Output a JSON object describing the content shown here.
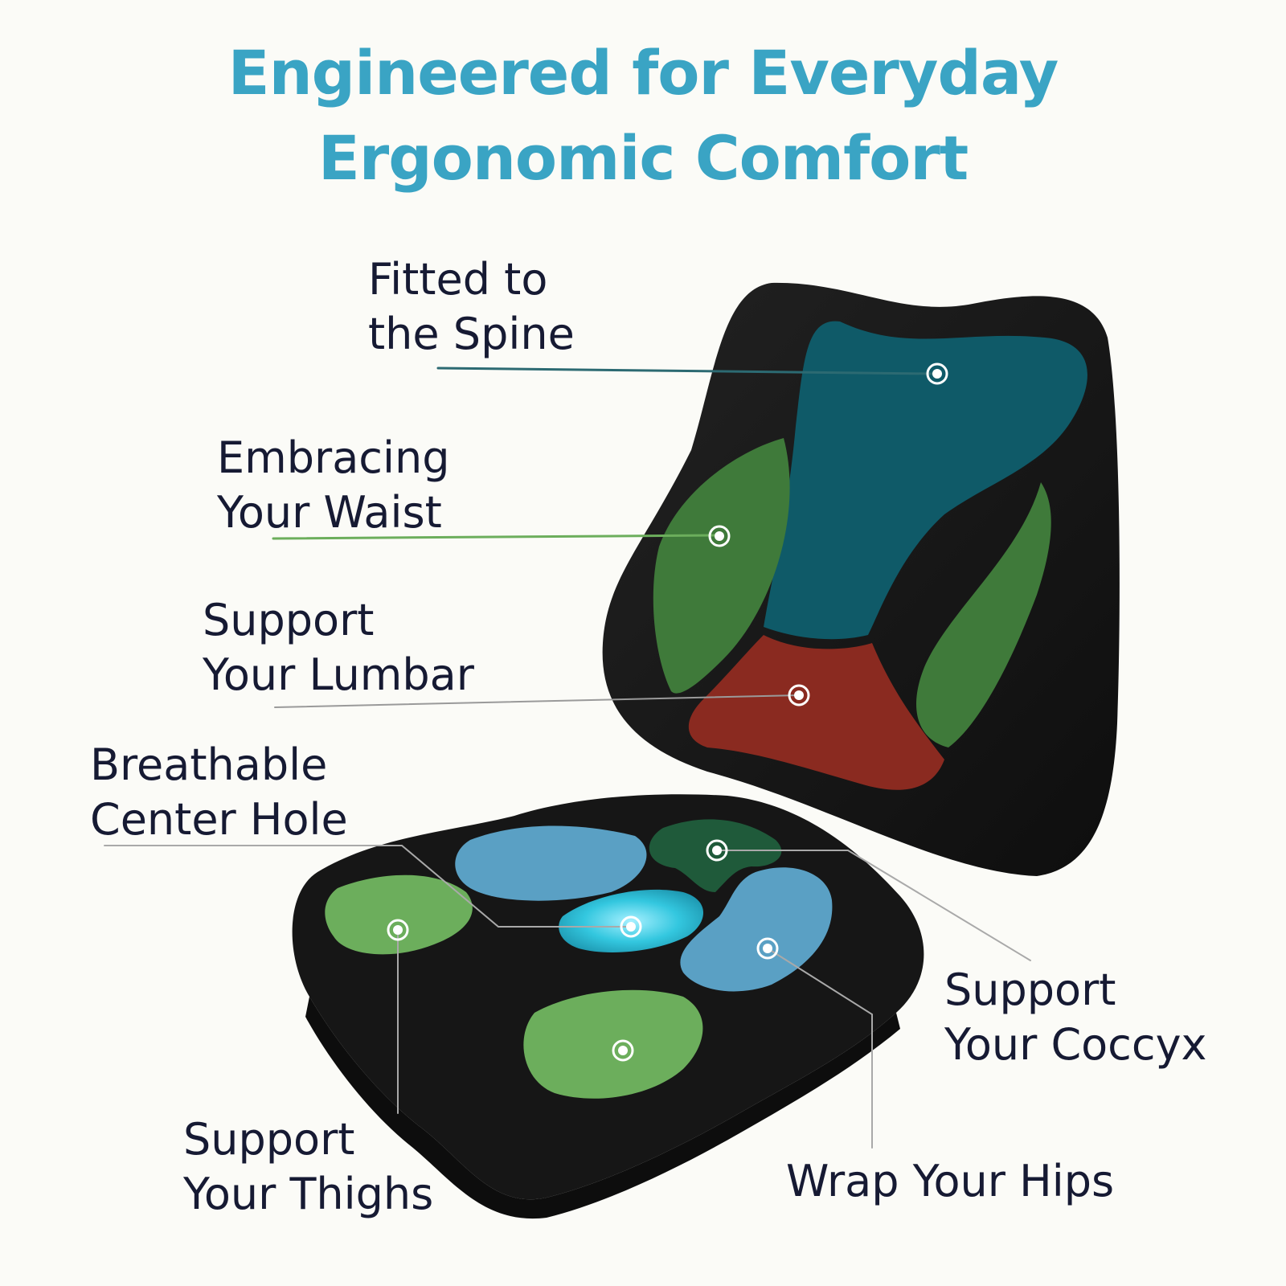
{
  "headline": {
    "line1": "Engineered for Everyday",
    "line2": "Ergonomic Comfort"
  },
  "callouts": {
    "spine": {
      "line1": "Fitted to",
      "line2": "the Spine"
    },
    "waist": {
      "line1": "Embracing",
      "line2": "Your Waist"
    },
    "lumbar": {
      "line1": "Support",
      "line2": "Your Lumbar"
    },
    "center": {
      "line1": "Breathable",
      "line2": "Center Hole"
    },
    "coccyx": {
      "line1": "Support",
      "line2": "Your Coccyx"
    },
    "thighs": {
      "line1": "Support",
      "line2": "Your Thighs"
    },
    "hips": {
      "line1": "Wrap Your Hips"
    }
  },
  "colors": {
    "headline": "#3aa4c4",
    "label_text": "#161a33",
    "cushion_black": "#161616",
    "spine_zone": "#0f5a68",
    "waist_zone": "#3f7a3a",
    "lumbar_zone": "#8a2a20",
    "seat_blue": "#5aa0c4",
    "seat_green": "#6cae5c",
    "seat_dark_green": "#1f5a3a",
    "center_hole": "#2fc4dc"
  }
}
